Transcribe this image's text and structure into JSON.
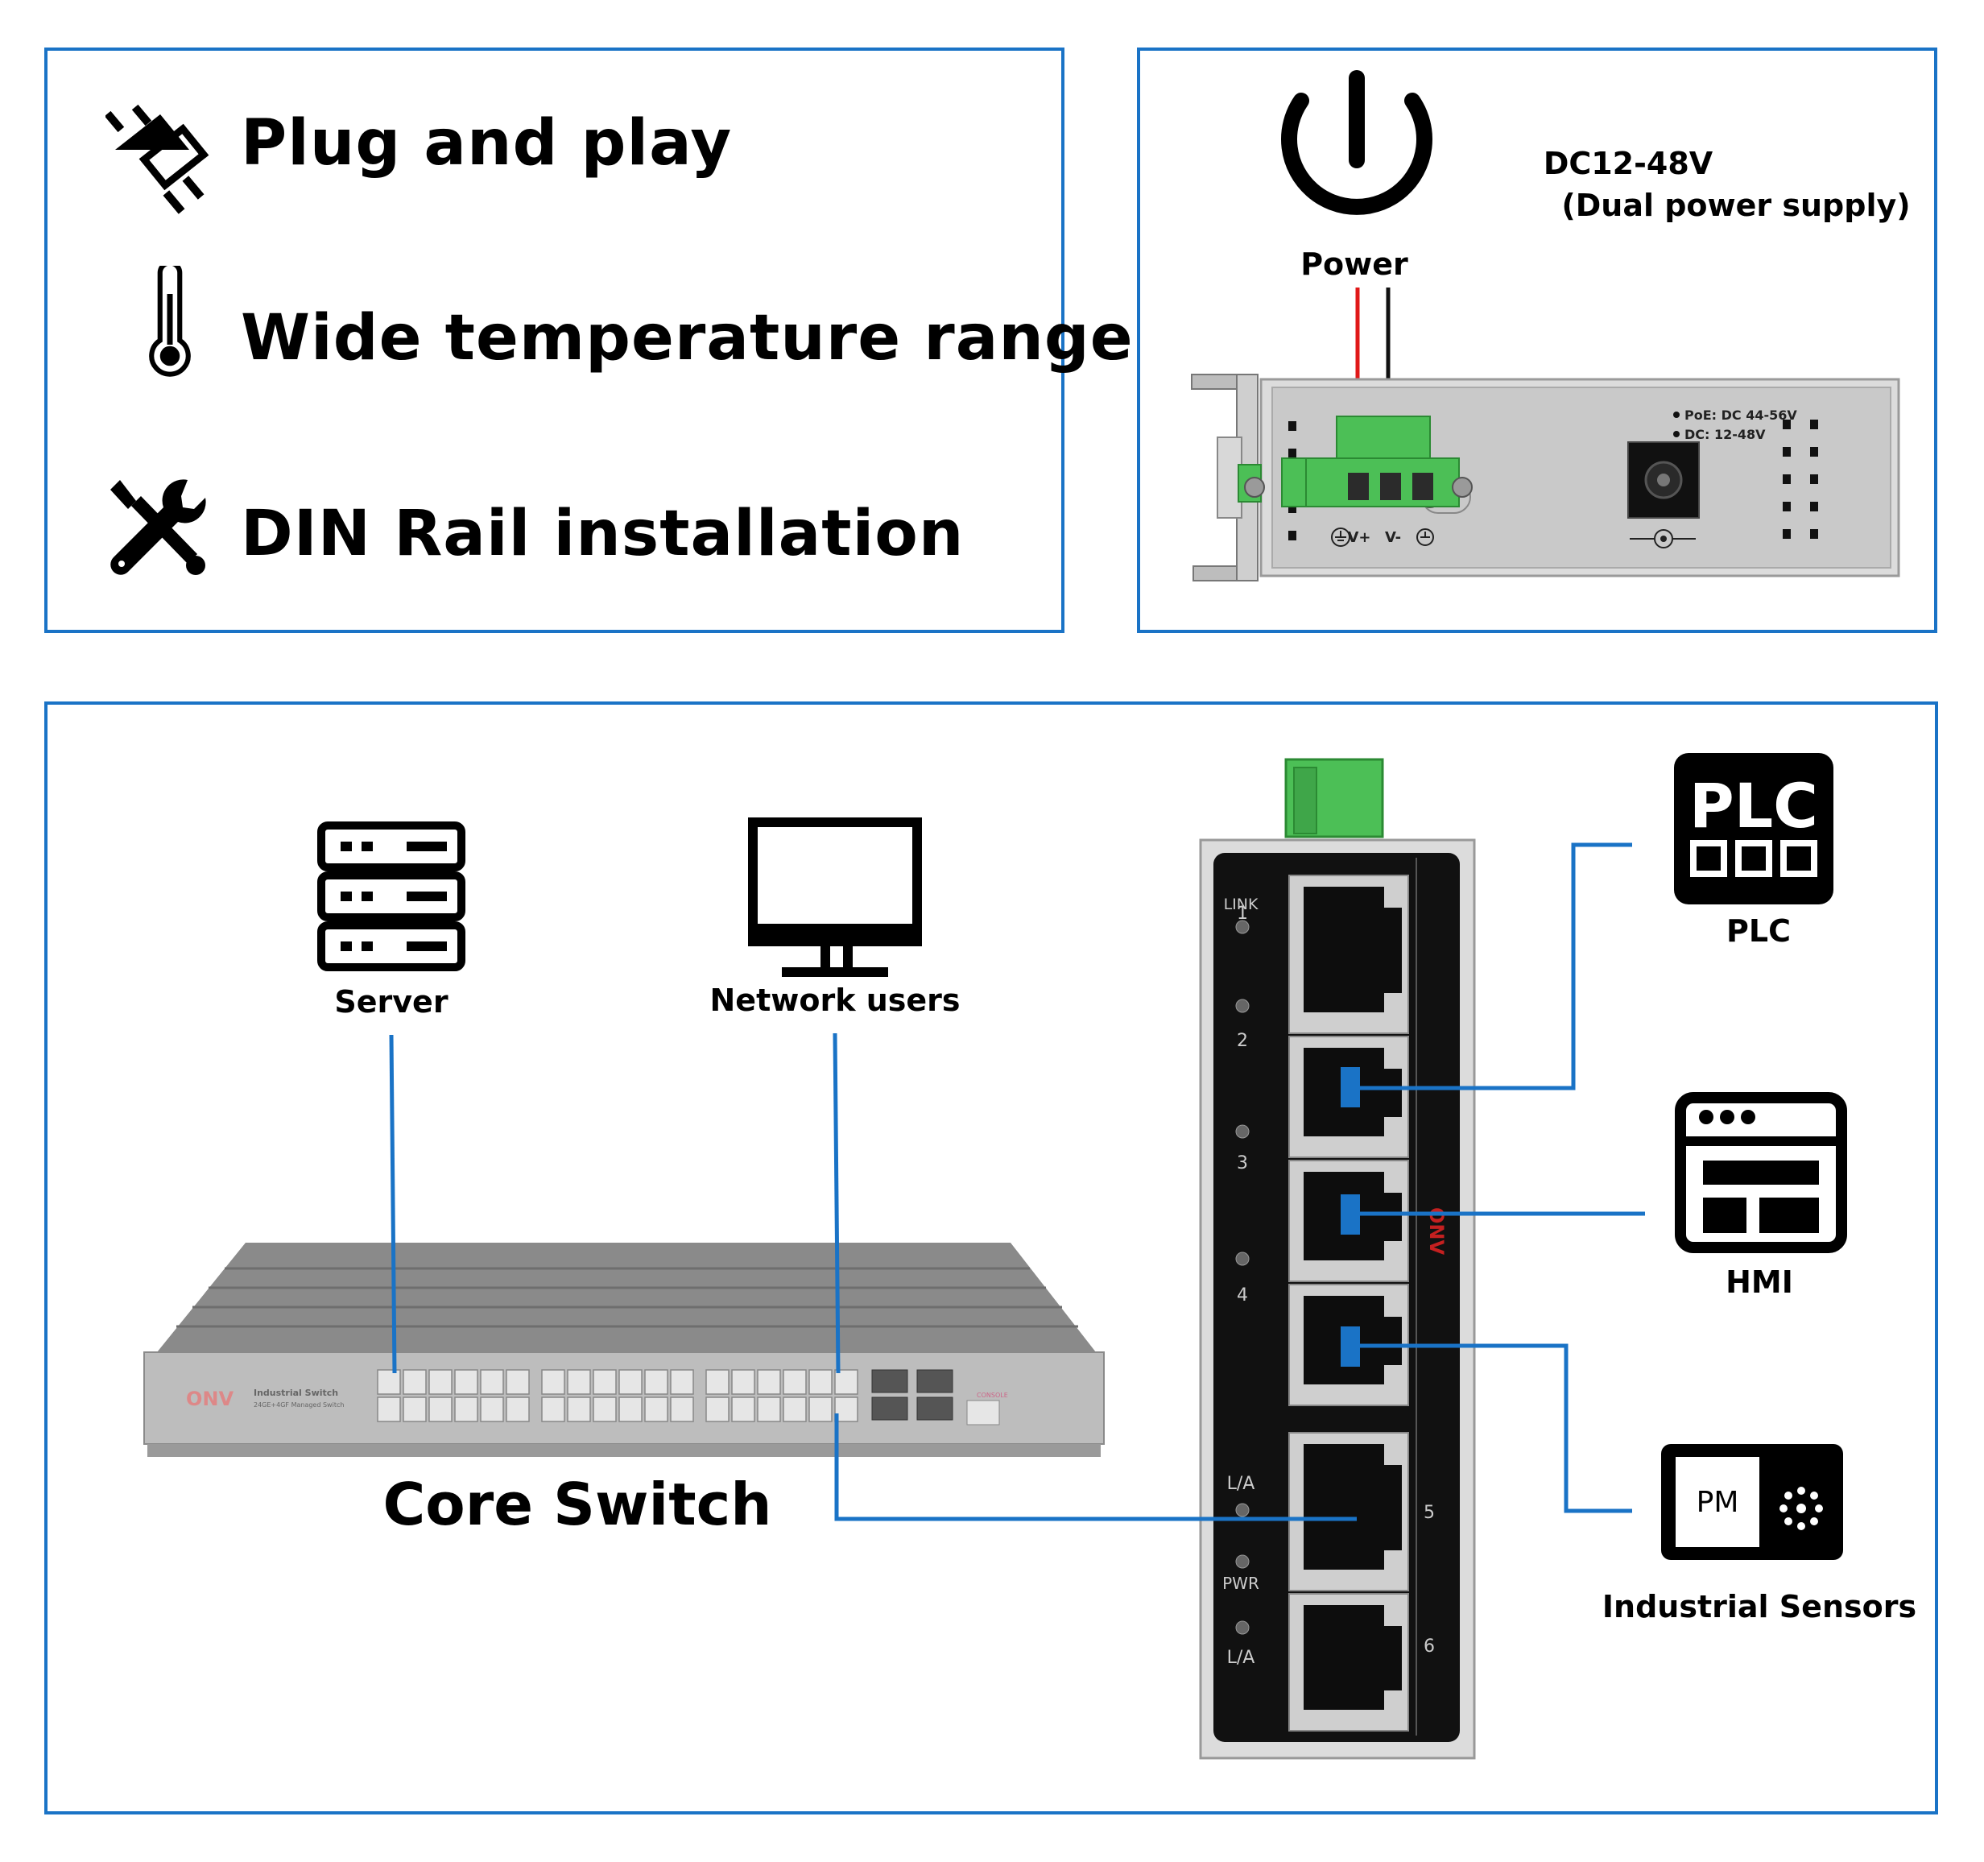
{
  "features": [
    {
      "icon": "plug-icon",
      "label": "Plug and play"
    },
    {
      "icon": "thermometer-icon",
      "label": "Wide temperature range"
    },
    {
      "icon": "tools-icon",
      "label": "DIN Rail installation"
    }
  ],
  "power": {
    "icon": "power-icon",
    "caption": "Power",
    "spec_line1": "DC12-48V",
    "spec_line2": "(Dual power supply)",
    "panel_poe": "PoE: DC 44-56V",
    "panel_dc": "DC: 12-48V",
    "terminal_vplus": "V+",
    "terminal_vminus": "V-",
    "wire_colors": {
      "positive": "#e01818",
      "negative": "#111111"
    }
  },
  "network": {
    "server_label": "Server",
    "users_label": "Network users",
    "core_switch_label": "Core Switch",
    "core_switch_brand": "ONV",
    "core_switch_model": "Industrial Switch",
    "core_switch_sub": "24GE+4GF Managed Switch",
    "core_switch_console": "CONSOLE",
    "din_brand": "ONV",
    "din_led_link": "LINK",
    "din_led_la": "L/A",
    "din_led_pwr": "PWR",
    "din_port_numbers": [
      "1",
      "2",
      "3",
      "4",
      "5",
      "6"
    ],
    "devices": [
      {
        "icon": "plc-icon",
        "icon_text": "PLC",
        "label": "PLC"
      },
      {
        "icon": "hmi-icon",
        "icon_text": "",
        "label": "HMI"
      },
      {
        "icon": "sensor-icon",
        "icon_text": "PM",
        "label": "Industrial Sensors"
      }
    ],
    "link_color": "#1a73c6"
  }
}
